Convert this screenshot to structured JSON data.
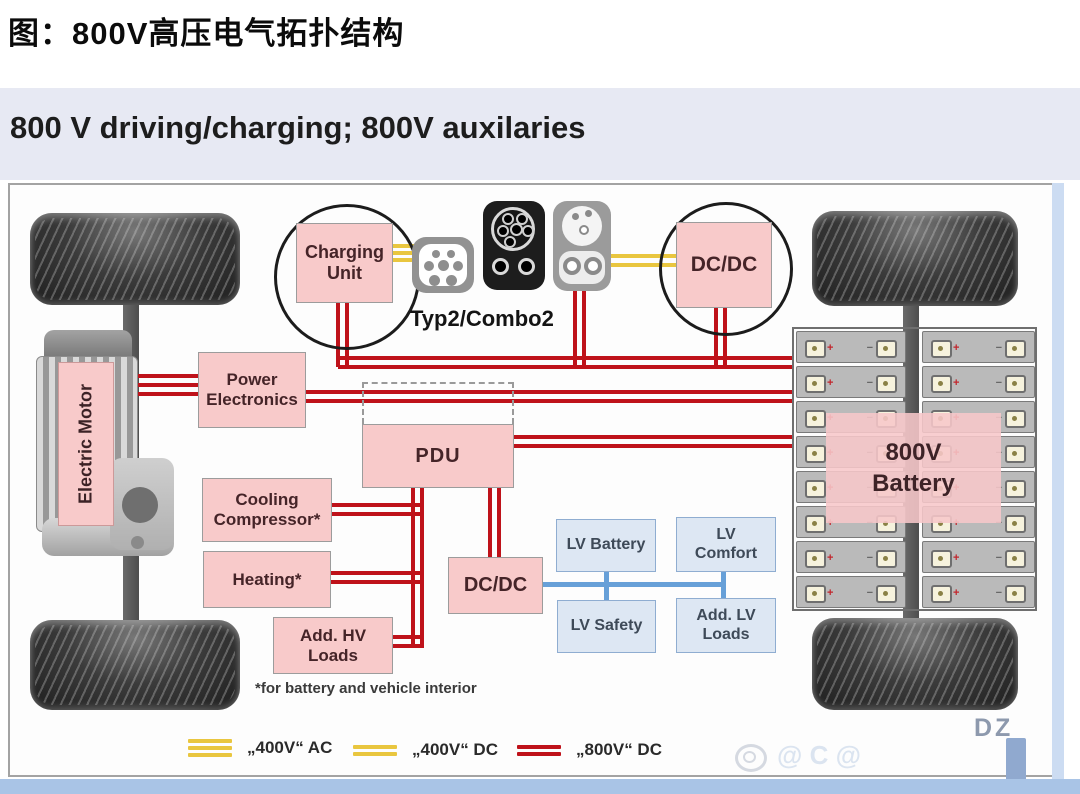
{
  "header": {
    "title": "图：800V高压电气拓扑结构"
  },
  "slide": {
    "subtitle": "800 V driving/charging; 800V auxilaries"
  },
  "components": {
    "charging_unit": "Charging\nUnit",
    "connector_label": "Typ2/Combo2",
    "dcdc_top": "DC/DC",
    "power_electronics": "Power\nElectronics",
    "electric_motor": "Electric Motor",
    "pdu": "PDU",
    "cooling_compressor": "Cooling\nCompressor*",
    "heating": "Heating*",
    "add_hv_loads": "Add. HV\nLoads",
    "dcdc_mid": "DC/DC",
    "lv_battery": "LV Battery",
    "lv_comfort": "LV\nComfort",
    "lv_safety": "LV Safety",
    "add_lv_loads": "Add. LV\nLoads",
    "battery_label": "800V\nBattery",
    "footnote": "*for battery and vehicle interior"
  },
  "battery": {
    "rows": 8,
    "plus": "+",
    "minus": "−"
  },
  "legend": [
    {
      "label": "„400V“ AC",
      "line_count": 3,
      "color": "#e9c63f"
    },
    {
      "label": "„400V“ DC",
      "line_count": 2,
      "color": "#e9c63f"
    },
    {
      "label": "„800V“ DC",
      "line_count": 2,
      "color": "#bf121a"
    }
  ],
  "colors": {
    "hv_800_dc": "#bf121a",
    "lv_400": "#e9c63f",
    "lv_bus": "#67a0d8",
    "box_pink": "#f8caca",
    "box_blue": "#dde7f3",
    "band": "#e7e9f3",
    "bottom_bar": "#a9c4e6"
  },
  "watermark": {
    "right_text": "DZ"
  }
}
